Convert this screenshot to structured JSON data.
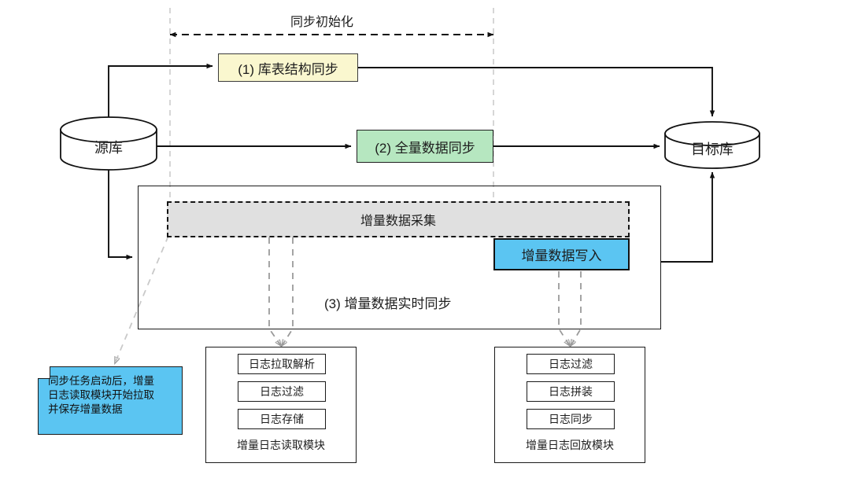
{
  "diagram": {
    "title_top": "同步初始化",
    "source_db": "源库",
    "target_db": "目标库",
    "step1": "(1) 库表结构同步",
    "step2": "(2) 全量数据同步",
    "step3": "(3) 增量数据实时同步",
    "capture": "增量数据采集",
    "write": "增量数据写入",
    "note": "同步任务启动后，增量日志读取模块开始拉取并保存增量数据",
    "note_lines": [
      "同步任务启动后，增量",
      "日志读取模块开始拉取",
      "并保存增量数据"
    ],
    "modules": [
      {
        "title": "增量日志读取模块",
        "items": [
          "日志拉取解析",
          "日志过滤",
          "日志存储"
        ]
      },
      {
        "title": "增量日志回放模块",
        "items": [
          "日志过滤",
          "日志拼装",
          "日志同步"
        ]
      }
    ],
    "colors": {
      "schema_box": "#FAF7CF",
      "full_box": "#B6E7C0",
      "write_box": "#5BC5F2",
      "capture_box": "#E0E0E0",
      "note_box": "#5BC5F2",
      "stroke": "#1a1a1a",
      "guide": "#cccccc"
    }
  }
}
